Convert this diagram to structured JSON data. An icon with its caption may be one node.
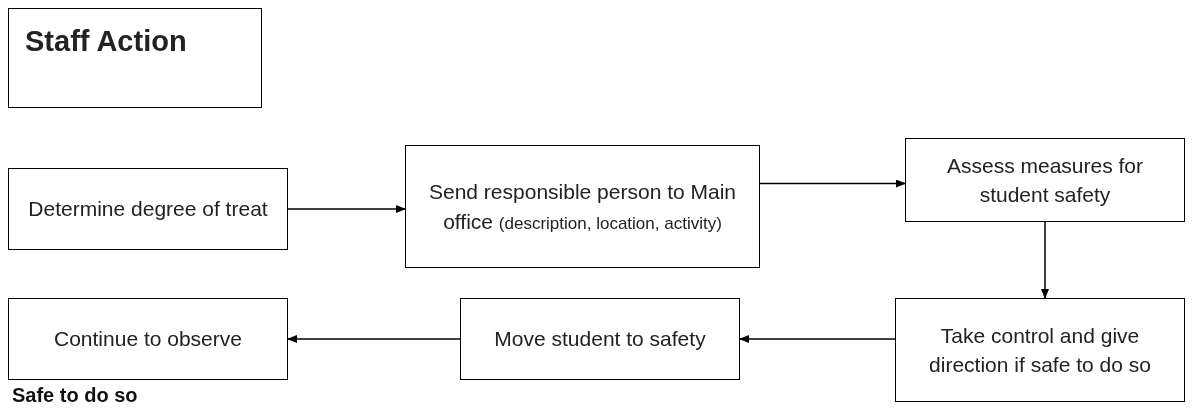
{
  "diagram": {
    "nodes": [
      {
        "text": [
          "Staff Action"
        ]
      },
      {
        "text": [
          "Determine degree of treat"
        ]
      },
      {
        "text": [
          "Send responsible person to Main office",
          "(description, location, activity)"
        ]
      },
      {
        "text": [
          "Assess measures for student safety"
        ]
      },
      {
        "text": [
          "Take control and give direction if safe to do so"
        ]
      },
      {
        "text": [
          "Move student to safety"
        ]
      },
      {
        "text": [
          "Continue to observe"
        ],
        "beside": [
          "Safe to do so"
        ]
      }
    ],
    "edges": [
      {
        "from": 1,
        "to": 2,
        "arrow": "to"
      },
      {
        "from": 2,
        "to": 3,
        "arrow": "to"
      },
      {
        "from": 3,
        "to": 4,
        "arrow": "to"
      },
      {
        "from": 4,
        "to": 5,
        "arrow": "to"
      },
      {
        "from": 5,
        "to": 6,
        "arrow": "to"
      }
    ]
  }
}
